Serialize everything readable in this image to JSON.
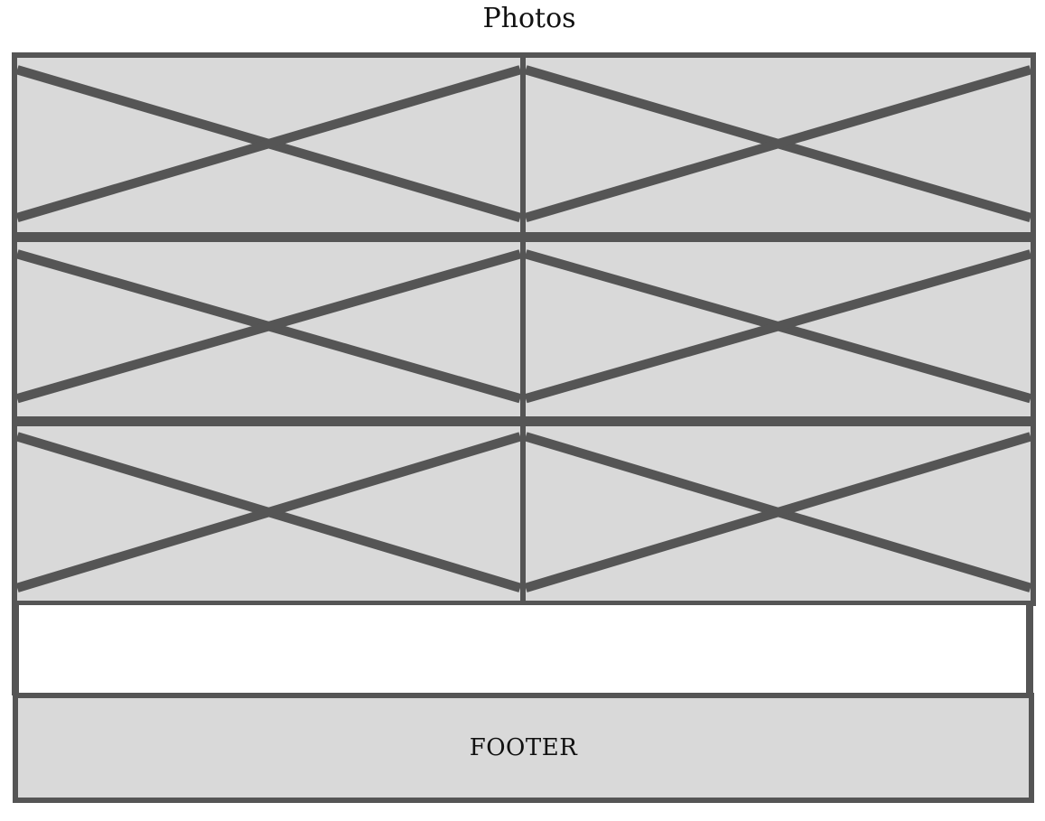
{
  "header": {
    "title": "Photos"
  },
  "gallery": {
    "photos": [
      {
        "id": 1,
        "icon": "image-placeholder-icon"
      },
      {
        "id": 2,
        "icon": "image-placeholder-icon"
      },
      {
        "id": 3,
        "icon": "image-placeholder-icon"
      },
      {
        "id": 4,
        "icon": "image-placeholder-icon"
      },
      {
        "id": 5,
        "icon": "image-placeholder-icon"
      },
      {
        "id": 6,
        "icon": "image-placeholder-icon"
      }
    ]
  },
  "footer": {
    "label": "FOOTER"
  },
  "colors": {
    "placeholder_fill": "#d9d9d9",
    "stroke": "#555555",
    "text": "#111111",
    "background": "#ffffff"
  }
}
